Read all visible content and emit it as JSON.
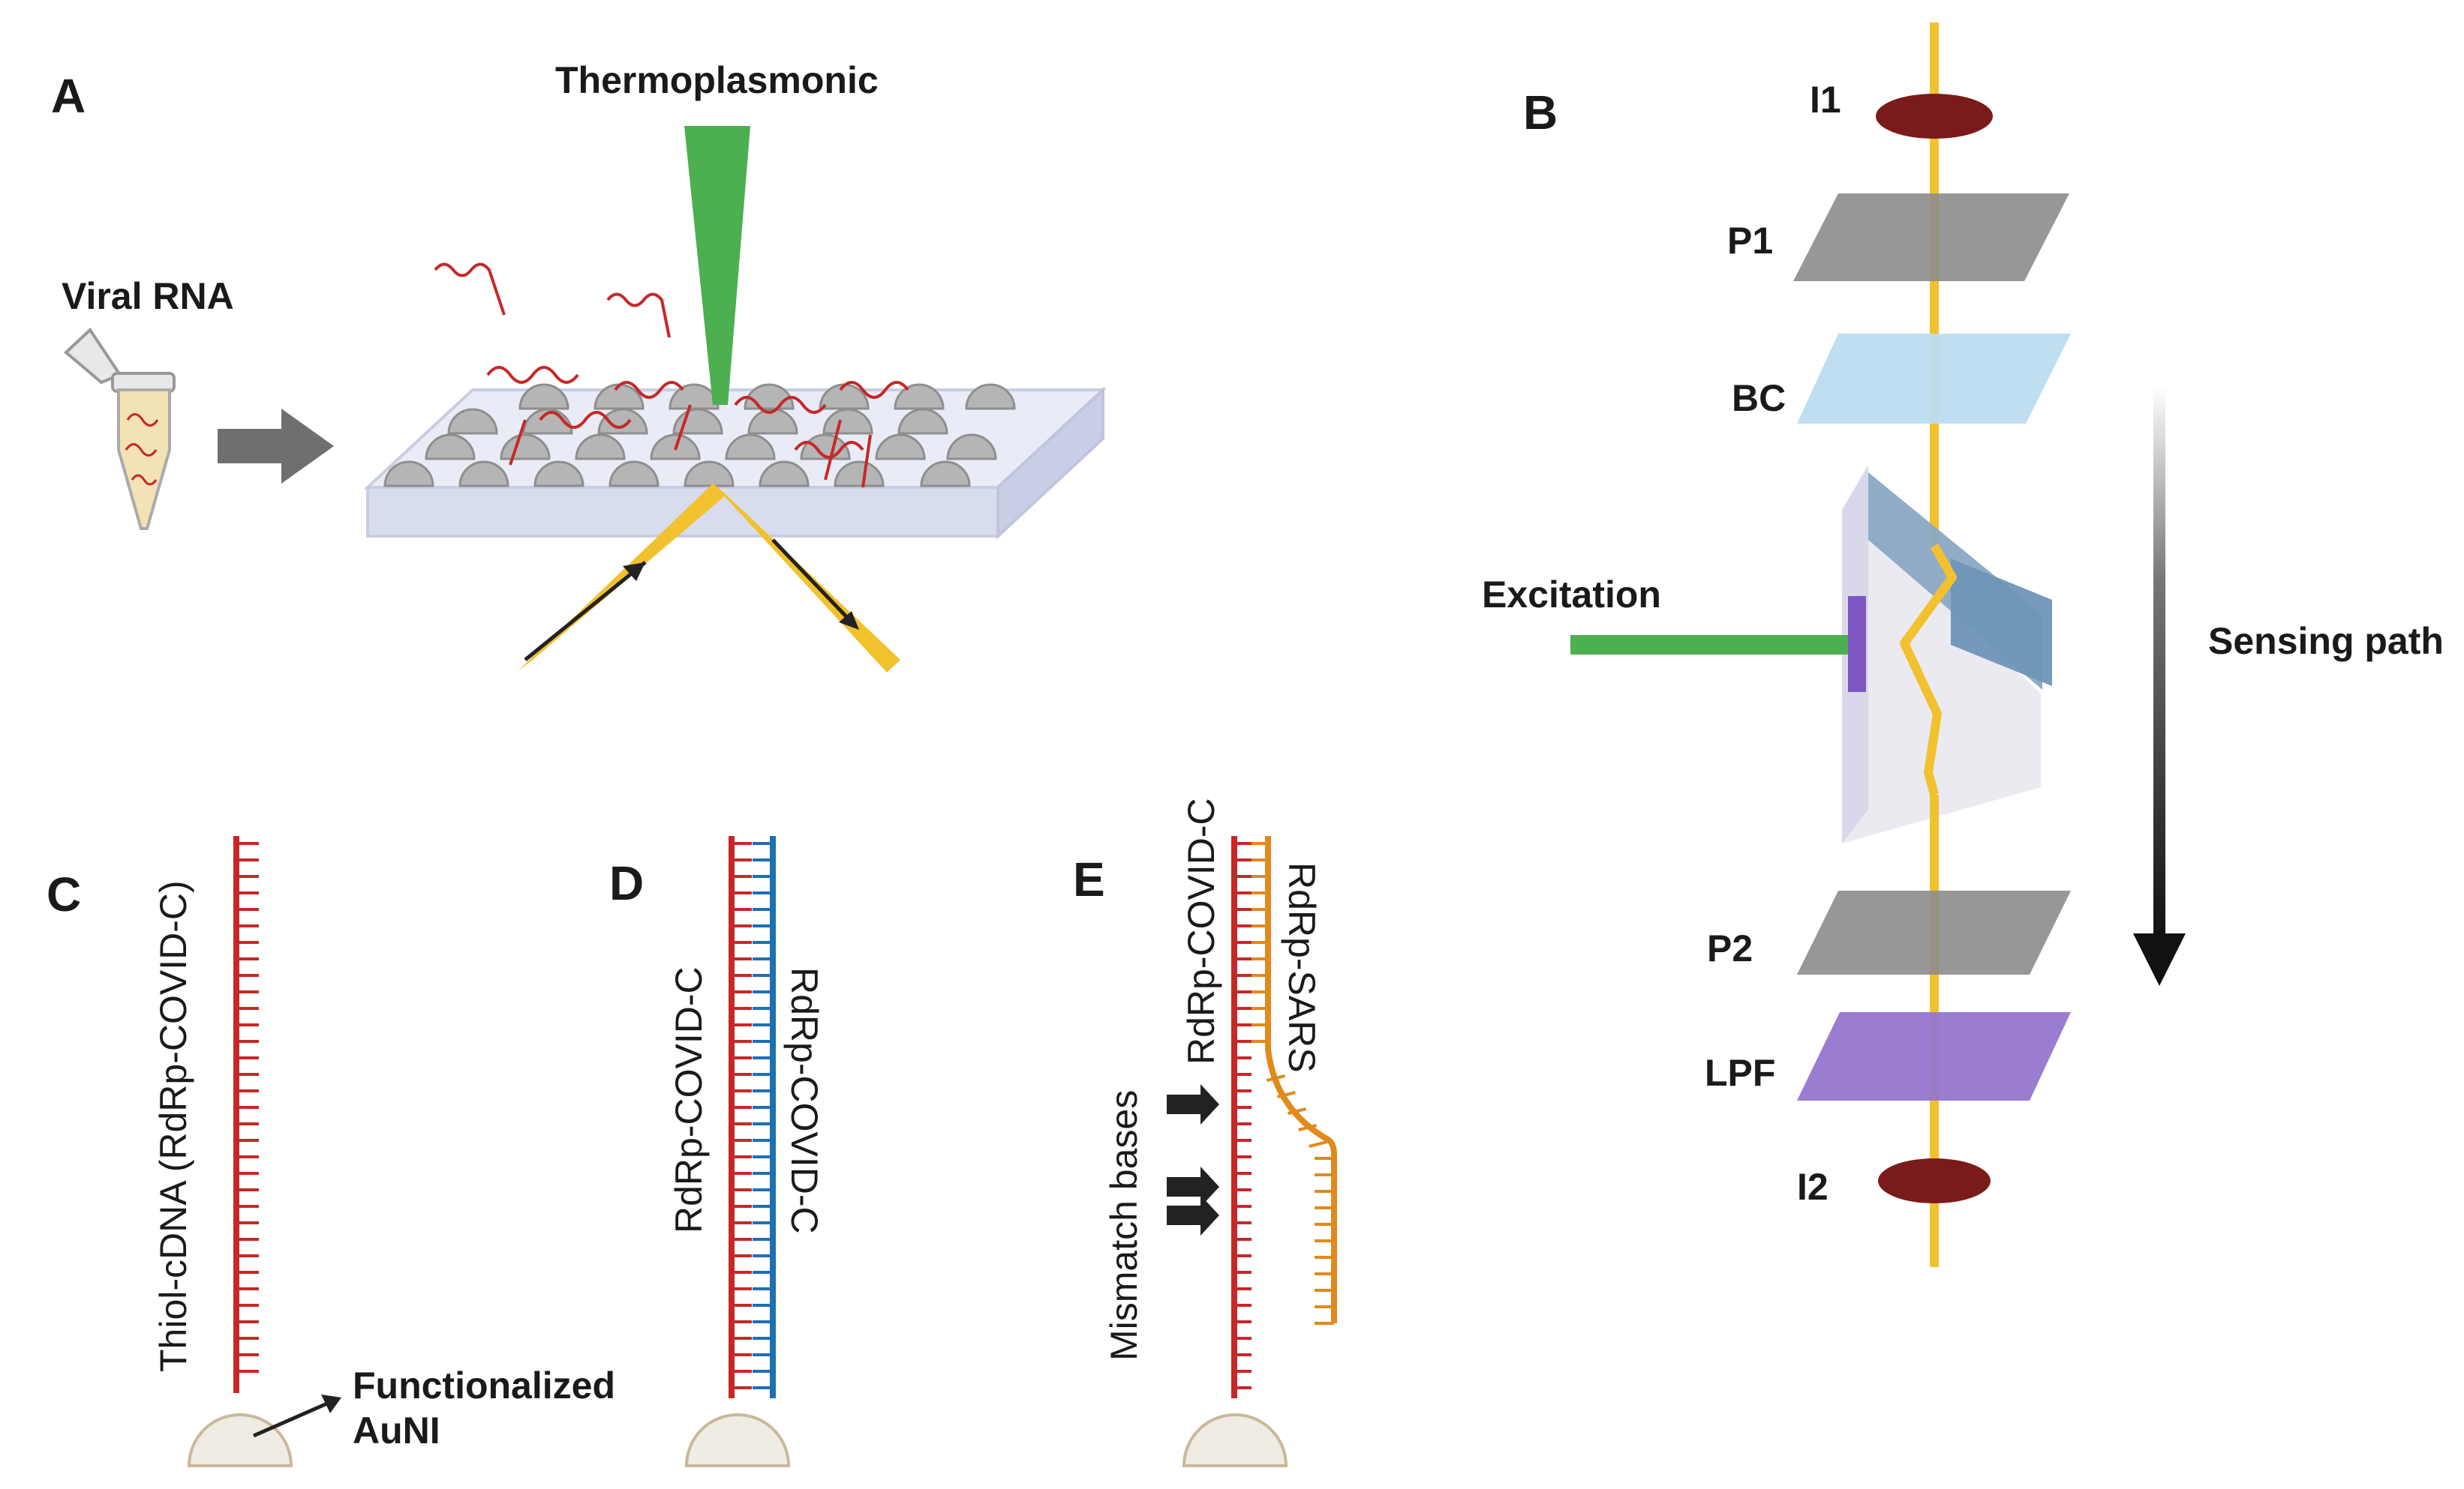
{
  "panels": {
    "a": "A",
    "b": "B",
    "c": "C",
    "d": "D",
    "e": "E"
  },
  "panel_a": {
    "thermoplasmonic": "Thermoplasmonic",
    "viral_rna": "Viral RNA"
  },
  "panel_b": {
    "i1": "I1",
    "p1": "P1",
    "bc": "BC",
    "excitation": "Excitation",
    "sensing_path": "Sensing path",
    "p2": "P2",
    "lpf": "LPF",
    "i2": "I2"
  },
  "panel_c": {
    "strand": "Thiol-cDNA (RdRp-COVID-C)",
    "functionalized": "Functionalized",
    "auni": "AuNI"
  },
  "panel_d": {
    "strand_left": "RdRp-COVID-C",
    "strand_right": "RdRp-COVID-C"
  },
  "panel_e": {
    "strand_left": "RdRp-COVID-C",
    "strand_right": "RdRp-SARS",
    "mismatch": "Mismatch bases"
  },
  "colors": {
    "dna_red": "#c62828",
    "dna_blue": "#1e6fb5",
    "dna_orange": "#e08a1e",
    "beam_yellow": "#f2c12e",
    "laser_green": "#4caf50",
    "lens_dark_red": "#7b1a1a",
    "polarizer_gray": "#8c8c8c",
    "bc_light_blue": "#bcdcf0",
    "lpf_purple": "#9575cd"
  }
}
